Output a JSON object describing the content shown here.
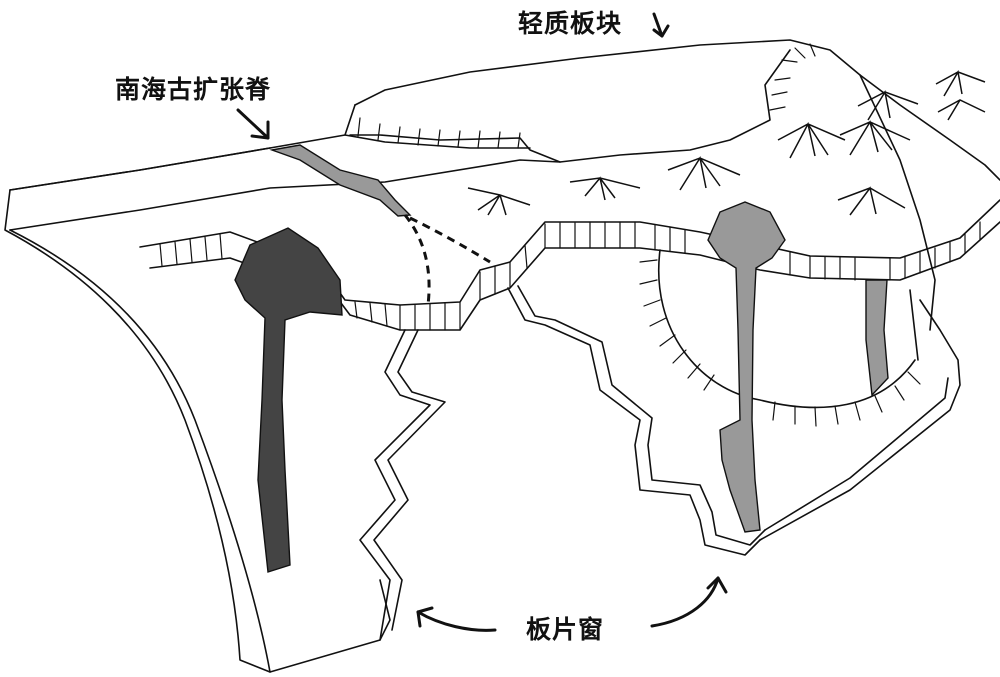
{
  "labels": {
    "light_plate": "轻质板块",
    "paleo_ridge": "南海古扩张脊",
    "slab_window": "板片窗"
  },
  "colors": {
    "line": "#111111",
    "dark_fill": "#444444",
    "gray_fill": "#999999",
    "background": "#ffffff"
  }
}
